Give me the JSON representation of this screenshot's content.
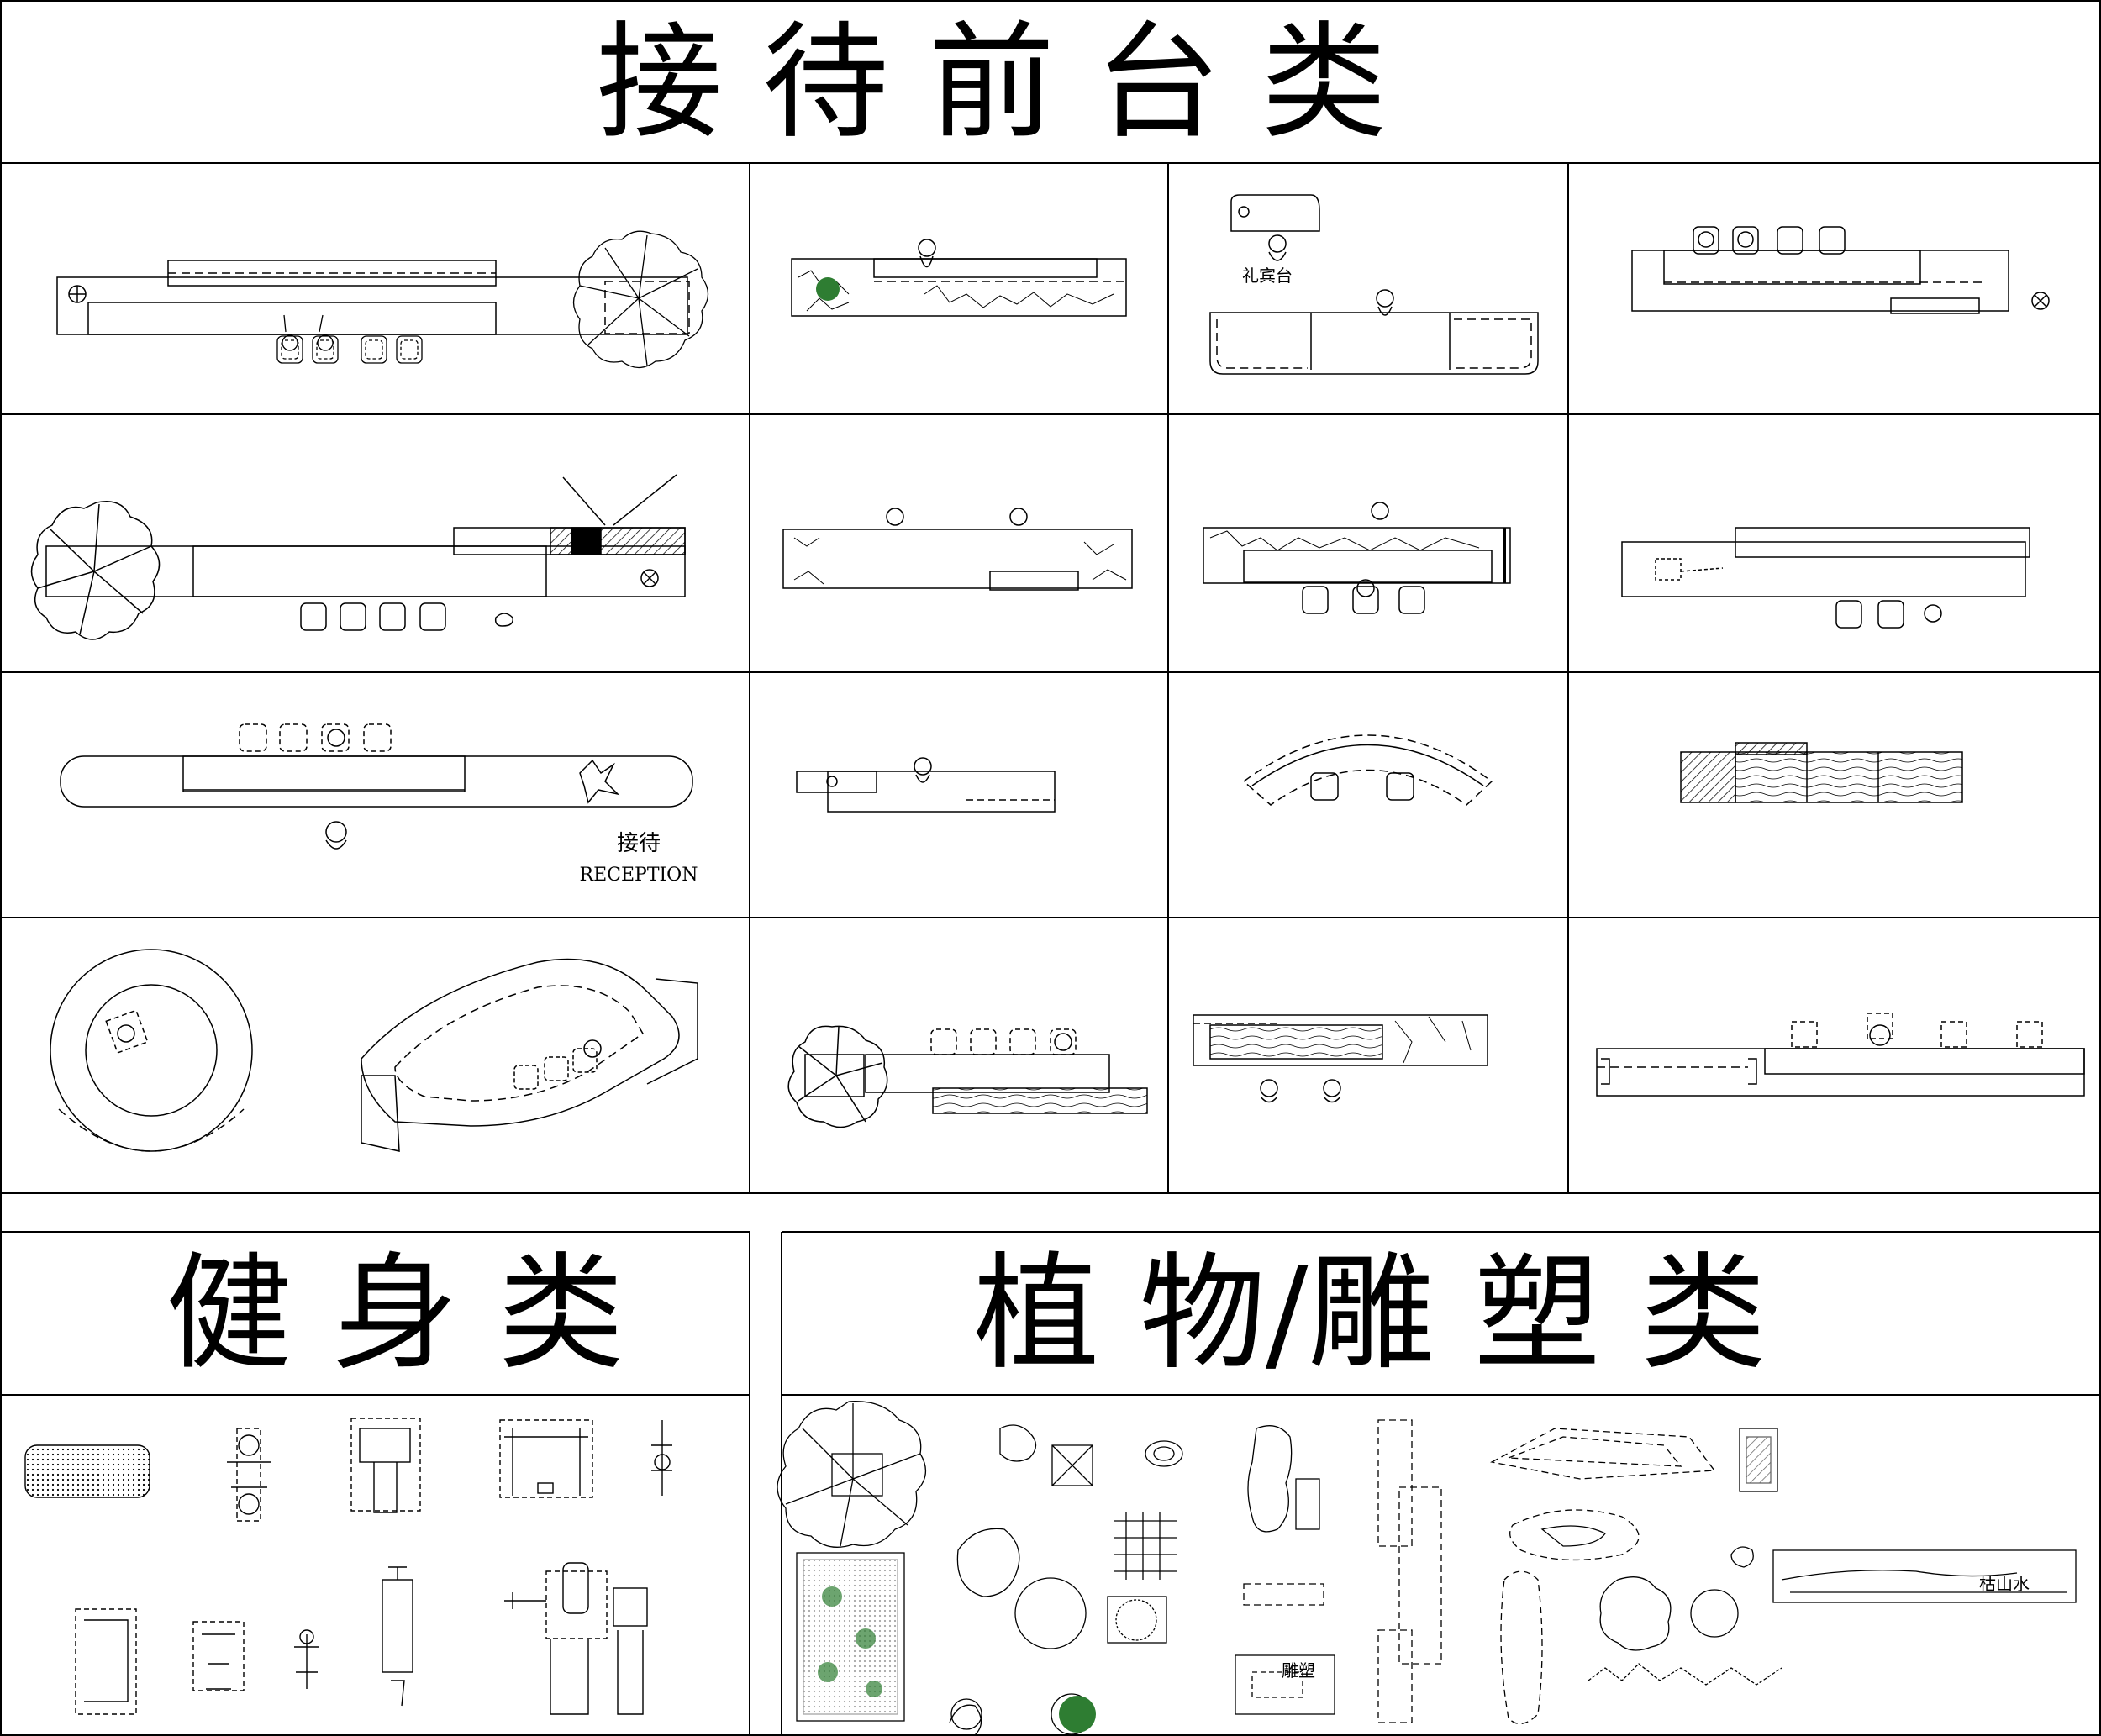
{
  "sections": {
    "reception": {
      "title": "接 待 前 台 类"
    },
    "fitness": {
      "title": "健 身 类"
    },
    "plants": {
      "title": "植 物/雕 塑 类"
    }
  },
  "labels": {
    "vip_desk": "礼宾台",
    "reception_cn": "接待",
    "reception_en": "RECEPTION",
    "sculpture": "雕塑",
    "dry_landscape": "枯山水"
  },
  "colors": {
    "line": "#000000",
    "plant_green": "#2e7d32",
    "background": "#ffffff"
  }
}
